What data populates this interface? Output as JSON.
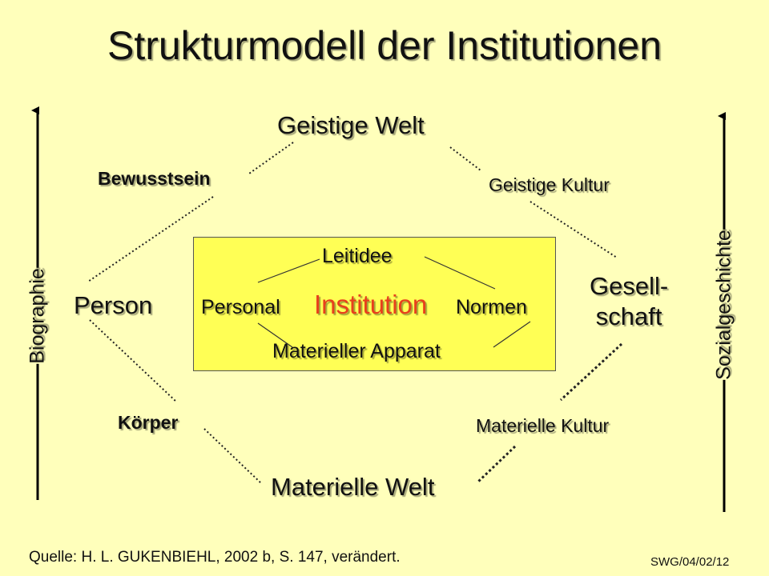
{
  "title": "Strukturmodell der Institutionen",
  "nodes": {
    "geistige_welt": "Geistige Welt",
    "bewusstsein": "Bewusstsein",
    "geistige_kultur": "Geistige Kultur",
    "person": "Person",
    "gesellschaft_line1": "Gesell-",
    "gesellschaft_line2": "schaft",
    "koerper": "Körper",
    "materielle_kultur": "Materielle Kultur",
    "materielle_welt": "Materielle Welt"
  },
  "institution": {
    "center": "Institution",
    "leitidee": "Leitidee",
    "personal": "Personal",
    "normen": "Normen",
    "apparat": "Materieller Apparat"
  },
  "axes": {
    "left": "Biographie",
    "right": "Sozialgeschichte"
  },
  "footer": {
    "source": "Quelle: H. L. GUKENBIEHL, 2002 b, S. 147, verändert.",
    "ref": "SWG/04/02/12"
  },
  "colors": {
    "background": "#FFFFBB",
    "box_fill": "#FFFF55",
    "institution_text": "#E8401C"
  }
}
